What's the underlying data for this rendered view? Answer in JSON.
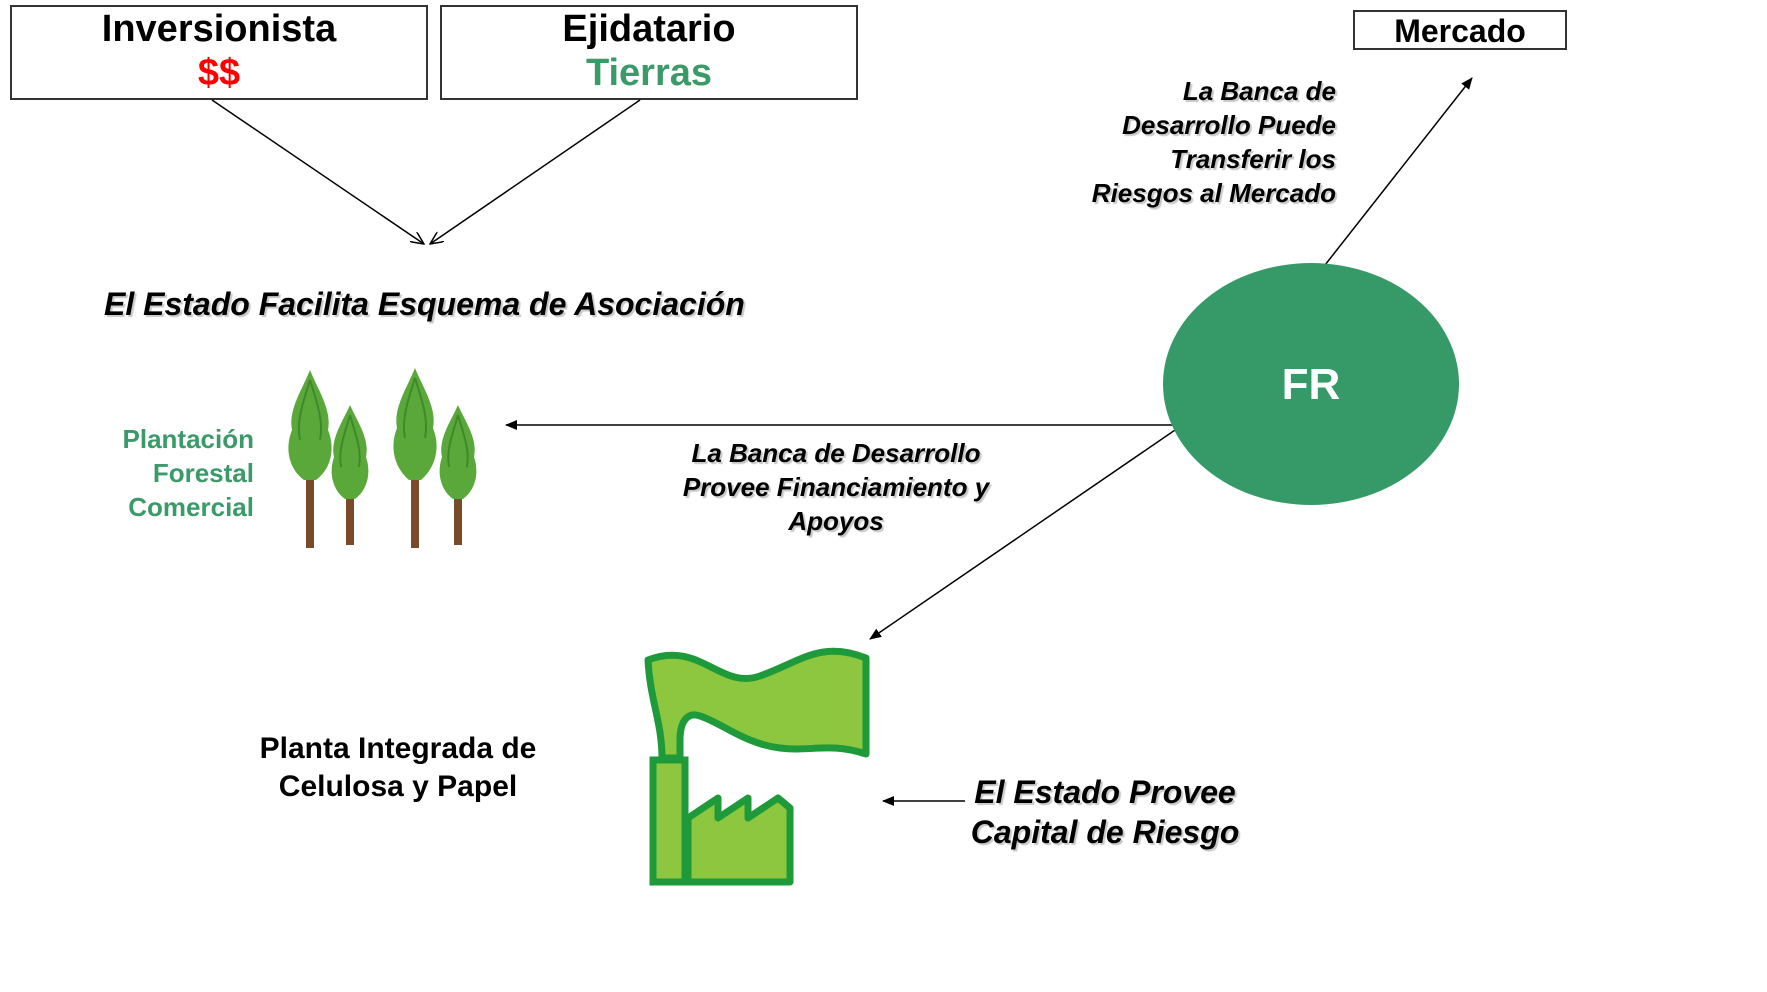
{
  "inversionista": {
    "title": "Inversionista",
    "sub": "$$"
  },
  "ejidatario": {
    "title": "Ejidatario",
    "sub": "Tierras"
  },
  "mercado": {
    "title": "Mercado"
  },
  "asociacion": "El Estado Facilita Esquema de Asociación",
  "transferir": [
    "La Banca de",
    "Desarrollo Puede",
    "Transferir los",
    "Riesgos al Mercado"
  ],
  "fr_label": "FR",
  "plantacion": [
    "Plantación",
    "Forestal",
    "Comercial"
  ],
  "financiamiento": [
    "La Banca de Desarrollo",
    "Provee Financiamiento y",
    "Apoyos"
  ],
  "planta": [
    "Planta Integrada de",
    "Celulosa y Papel"
  ],
  "capital": [
    "El Estado Provee",
    "Capital de Riesgo"
  ],
  "colors": {
    "money": "#ff0000",
    "land": "#3a9a68",
    "fr": "#369a68",
    "factory": "#8dc63f",
    "factory_stroke": "#1f9a3a",
    "tree_leaf": "#5aa83a",
    "tree_trunk": "#7a4a2a"
  },
  "icons": [
    "tree-icon",
    "factory-icon"
  ]
}
